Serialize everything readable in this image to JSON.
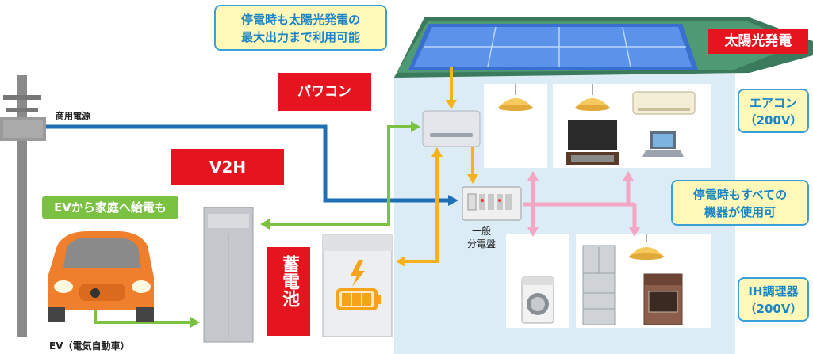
{
  "callouts": {
    "solar_outage": {
      "line1": "停電時も太陽光発電の",
      "line2": "最大出力まで利用可能"
    },
    "all_devices": {
      "line1": "停電時もすべての",
      "line2": "機器が使用可"
    },
    "aircon": {
      "line1": "エアコン",
      "line2": "（200V）"
    },
    "ih": {
      "line1": "IH調理器",
      "line2": "（200V）"
    }
  },
  "tags": {
    "solar": "太陽光発電",
    "powercon": "パワコン",
    "v2h": "V2H",
    "battery": "蓄電池",
    "ev_supply": "EVから家庭へ給電も"
  },
  "labels": {
    "commercial_power": "商用電源",
    "distribution_board_line1": "一般",
    "distribution_board_line2": "分電盤",
    "ev": "EV（電気自動車）"
  },
  "colors": {
    "blue_line": "#1f6fb5",
    "green_line": "#7cc242",
    "orange_line": "#f5b21b",
    "pink_line": "#f4a7c4",
    "red_tag": "#e6141e",
    "house": "#dcecf7"
  }
}
